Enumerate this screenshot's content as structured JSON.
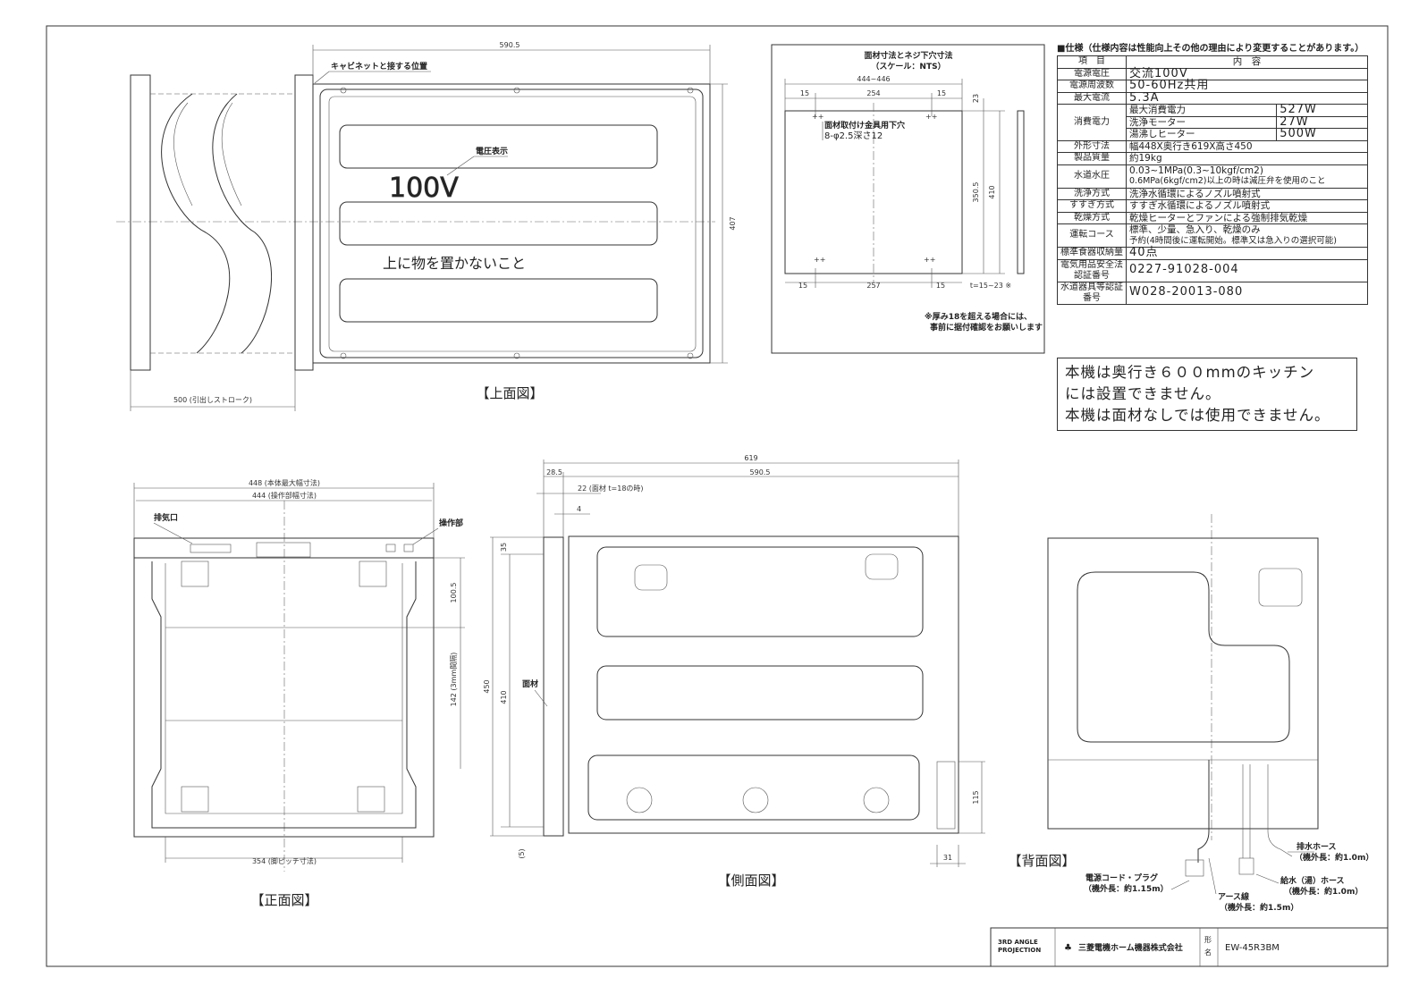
{
  "top_view": {
    "title": "【上面図】",
    "dim_depth": "590.5",
    "dim_width": "407",
    "dim_stroke": "500 (引出しストローク)",
    "cabinet_label": "キャビネットと接する位置",
    "voltage_label": "電圧表示",
    "voltage_text": "100V",
    "warning_text": "上に物を置かないこと"
  },
  "panel_view": {
    "title_line1": "面材寸法とネジ下穴寸法",
    "title_line2": "（スケール：NTS）",
    "dim_top_total": "444~446",
    "dim_top_left": "15",
    "dim_top_mid": "254",
    "dim_top_right": "15",
    "dim_bottom_left": "15",
    "dim_bottom_mid": "257",
    "dim_bottom_right": "15",
    "dim_right_top": "23",
    "dim_right_mid": "350.5",
    "dim_right_total": "410",
    "dim_thickness": "t=15~23 ※",
    "hole_label_line1": "面材取付け金具用下穴",
    "hole_label_line2": "8-φ2.5深さ12",
    "note_line1": "※厚み18を超える場合には、",
    "note_line2": "事前に据付確認をお願いします"
  },
  "spec": {
    "header": "■仕様（仕様内容は性能向上その他の理由により変更することがあります。）",
    "col_item": "項　目",
    "col_content": "内　容",
    "rows": [
      {
        "k": "電源電圧",
        "v": "交流100V"
      },
      {
        "k": "電源周波数",
        "v": "50-60Hz共用"
      },
      {
        "k": "最大電流",
        "v": "5.3A"
      },
      {
        "k": "外形寸法",
        "v": "幅448X奥行き619X高さ450"
      },
      {
        "k": "製品質量",
        "v": "約19kg"
      },
      {
        "k": "洗浄方式",
        "v": "洗浄水循環によるノズル噴射式"
      },
      {
        "k": "すすぎ方式",
        "v": "すすぎ水循環によるノズル噴射式"
      },
      {
        "k": "乾燥方式",
        "v": "乾燥ヒーターとファンによる強制排気乾燥"
      },
      {
        "k": "標準食器収納量",
        "v": "40点"
      },
      {
        "k": "電気用品安全法認証番号",
        "v": "0227-91028-004"
      },
      {
        "k": "水道器具等認証番号",
        "v": "W028-20013-080"
      }
    ],
    "power_label": "消費電力",
    "power_rows": [
      {
        "k": "最大消費電力",
        "v": "527W"
      },
      {
        "k": "洗浄モーター",
        "v": "27W"
      },
      {
        "k": "湯沸しヒーター",
        "v": "500W"
      }
    ],
    "water_label": "水道水圧",
    "water_line1": "0.03~1MPa(0.3~10kgf/cm2)",
    "water_line2": "0.6MPa(6kgf/cm2)以上の時は減圧弁を使用のこと",
    "course_label": "運転コース",
    "course_line1": "標準、少量、急入り、乾燥のみ",
    "course_line2": "予約(4時間後に運転開始。標準又は急入りの選択可能)"
  },
  "notice": {
    "line1": "本機は奥行き６００mmのキッチン",
    "line2": "には設置できません。",
    "line3": "本機は面材なしでは使用できません。"
  },
  "front_view": {
    "title": "【正面図】",
    "dim_width_max": "448 (本体最大幅寸法)",
    "dim_width_op": "444 (操作部幅寸法)",
    "dim_pitch": "354 (脚ピッチ寸法)",
    "dim_100": "100.5",
    "dim_142": "142 (3mm間隔)",
    "exhaust_label": "排気口",
    "control_label": "操作部"
  },
  "side_view": {
    "title": "【側面図】",
    "dim_total": "619",
    "dim_28": "28.5",
    "dim_590": "590.5",
    "dim_22": "22 (面材 t=18の時)",
    "dim_4": "4",
    "dim_35": "35",
    "dim_450": "450",
    "dim_410": "410",
    "dim_115": "115",
    "dim_31": "31",
    "dim_5": "(5)",
    "panel_label": "面材"
  },
  "back_view": {
    "title": "【背面図】",
    "drain_label": "排水ホース",
    "drain_len": "（機外長：約1.0m）",
    "supply_label": "給水（湯）ホース",
    "supply_len": "（機外長：約1.0m）",
    "cord_label": "電源コード・プラグ",
    "cord_len": "（機外長：約1.15m）",
    "earth_label": "アース線",
    "earth_len": "（機外長：約1.5m）"
  },
  "title_block": {
    "projection_line1": "3RD ANGLE",
    "projection_line2": "PROJECTION",
    "company": "三菱電機ホーム機器株式会社",
    "model_label_1": "形",
    "model_label_2": "名",
    "model": "EW-45R3BM"
  }
}
